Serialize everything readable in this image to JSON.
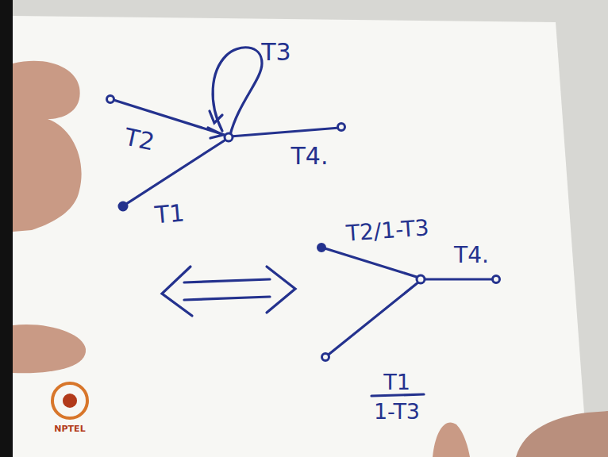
{
  "diagram": {
    "labels": [
      "T3",
      "T2",
      "T4.",
      "T1",
      "T2/1-T3",
      "T4.",
      "T1",
      "1-T3",
      "NPTEL"
    ]
  }
}
